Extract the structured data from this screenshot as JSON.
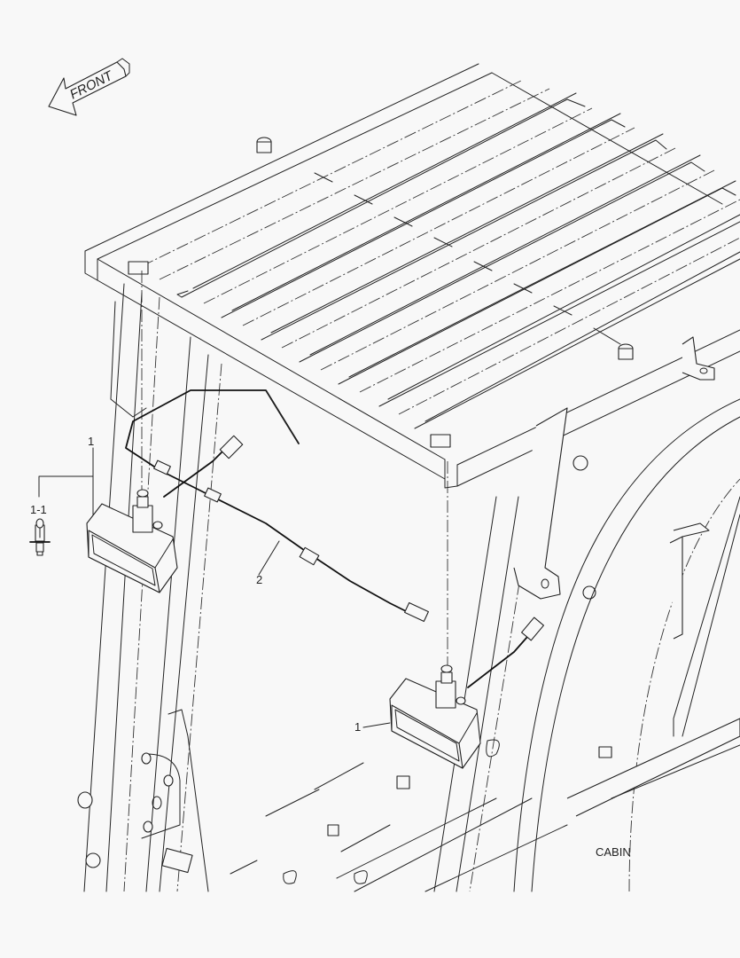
{
  "diagram": {
    "orientation_badge": {
      "text": "FRONT",
      "icon": "front-arrow-icon"
    },
    "section_title": "CABIN",
    "callouts": [
      {
        "id": "callout-1-left",
        "text": "1",
        "refers_to": "work-lamp-left"
      },
      {
        "id": "callout-1-1",
        "text": "1-1",
        "refers_to": "halogen-bulb"
      },
      {
        "id": "callout-2",
        "text": "2",
        "refers_to": "wiring-harness"
      },
      {
        "id": "callout-1-right",
        "text": "1",
        "refers_to": "work-lamp-right"
      }
    ],
    "parts": [
      {
        "name": "cabin-roof-frame"
      },
      {
        "name": "work-lamp-left"
      },
      {
        "name": "work-lamp-right"
      },
      {
        "name": "halogen-bulb"
      },
      {
        "name": "wiring-harness"
      }
    ],
    "colors": {
      "background": "#f8f8f8",
      "line": "#222222"
    }
  }
}
